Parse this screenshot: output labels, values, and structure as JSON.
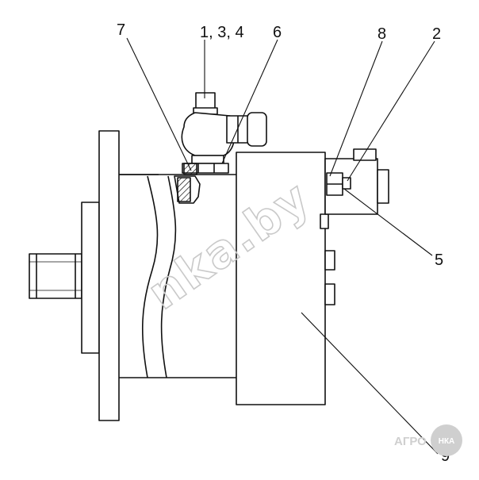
{
  "diagram": {
    "callouts": {
      "c7": "7",
      "c134": "1, 3, 4",
      "c6": "6",
      "c8": "8",
      "c2": "2",
      "c5": "5",
      "c9": "9"
    },
    "watermark": "nka.by",
    "brand": {
      "prefix": "АГРО",
      "circle": "НКА"
    }
  }
}
